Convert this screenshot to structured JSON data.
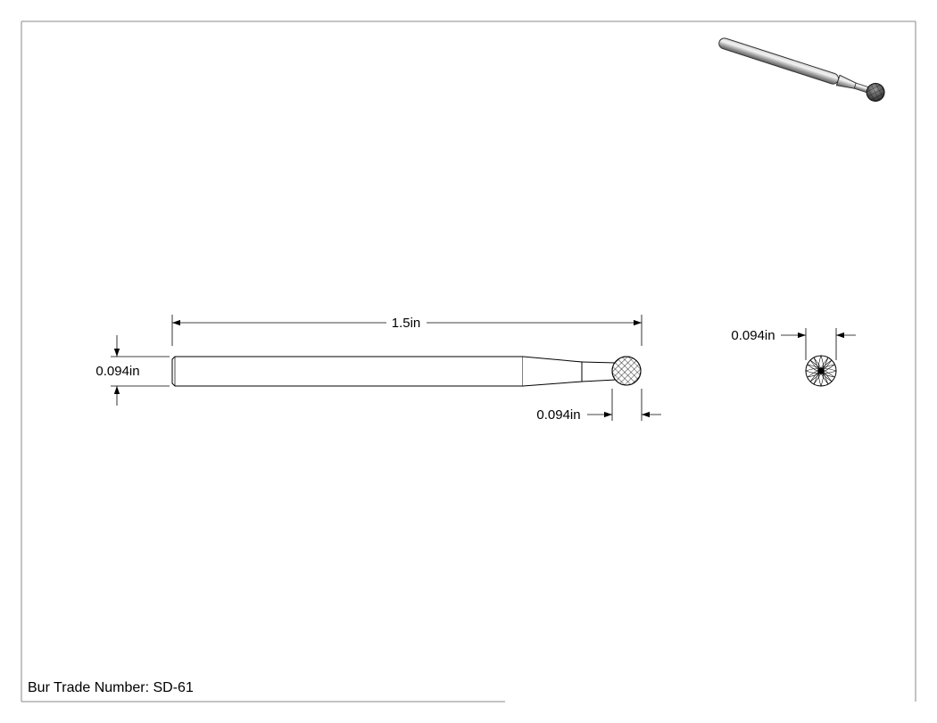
{
  "drawing": {
    "title_block": {
      "trade_number_label": "Bur Trade Number: SD-61"
    },
    "dimensions": {
      "overall_length": "1.5in",
      "shank_diameter": "0.094in",
      "head_diameter_side": "0.094in",
      "head_diameter_end": "0.094in"
    }
  }
}
